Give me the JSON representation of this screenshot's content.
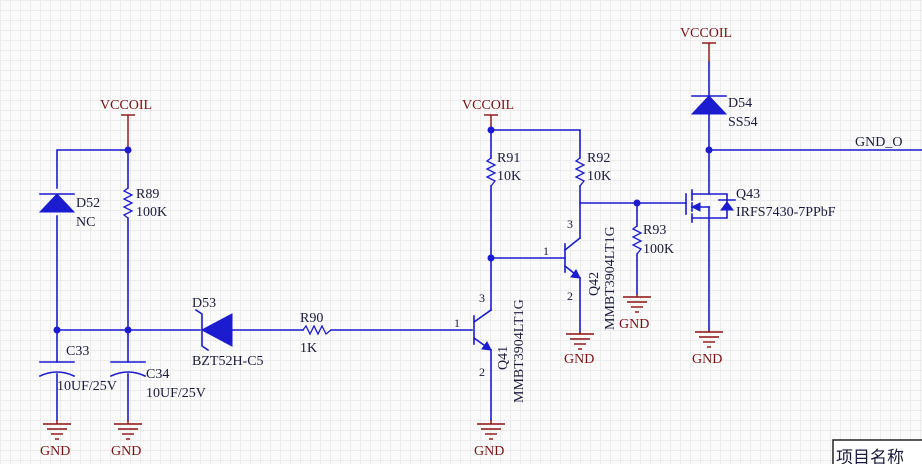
{
  "power": {
    "vccoil": "VCCOIL",
    "gnd": "GND",
    "gnd_o": "GND_O"
  },
  "components": {
    "d52": {
      "ref": "D52",
      "value": "NC"
    },
    "r89": {
      "ref": "R89",
      "value": "100K"
    },
    "c33": {
      "ref": "C33",
      "value": "10UF/25V"
    },
    "c34": {
      "ref": "C34",
      "value": "10UF/25V"
    },
    "d53": {
      "ref": "D53",
      "value": "BZT52H-C5"
    },
    "r90": {
      "ref": "R90",
      "value": "1K"
    },
    "q41": {
      "ref": "Q41",
      "value": "MMBT3904LT1G"
    },
    "r91": {
      "ref": "R91",
      "value": "10K"
    },
    "r92": {
      "ref": "R92",
      "value": "10K"
    },
    "q42": {
      "ref": "Q42",
      "value": "MMBT3904LT1G"
    },
    "r93": {
      "ref": "R93",
      "value": "100K"
    },
    "q43": {
      "ref": "Q43",
      "value": "IRFS7430-7PPbF"
    },
    "d54": {
      "ref": "D54",
      "value": "SS54"
    }
  },
  "pins": {
    "base": "1",
    "emitter": "2",
    "collector": "3"
  },
  "title_block": {
    "text": "项目名称"
  }
}
